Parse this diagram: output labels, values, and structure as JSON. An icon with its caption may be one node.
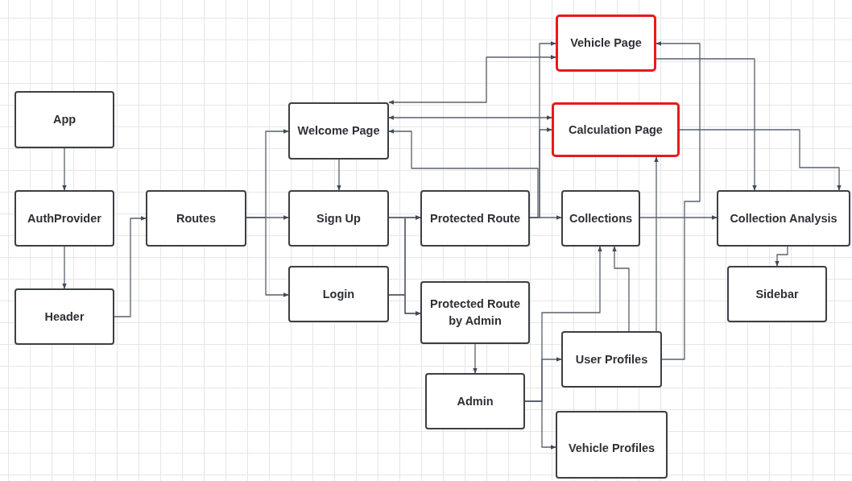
{
  "diagram": {
    "nodes": [
      {
        "text": [
          "App"
        ]
      },
      {
        "text": [
          "AuthProvider"
        ]
      },
      {
        "text": [
          "Header"
        ]
      },
      {
        "text": [
          "Routes"
        ]
      },
      {
        "text": [
          "Welcome Page"
        ]
      },
      {
        "text": [
          "Sign Up"
        ]
      },
      {
        "text": [
          "Login"
        ]
      },
      {
        "text": [
          "Vehicle Page"
        ]
      },
      {
        "text": [
          "Calculation Page"
        ]
      },
      {
        "text": [
          "Protected Route"
        ]
      },
      {
        "text": [
          "Collections"
        ]
      },
      {
        "text": [
          "Collection Analysis"
        ]
      },
      {
        "text": [
          "Protected Route by Admin"
        ]
      },
      {
        "text": [
          "Sidebar"
        ]
      },
      {
        "text": [
          "Admin"
        ]
      },
      {
        "text": [
          "User Profiles"
        ]
      },
      {
        "text": [
          "Vehicle Profiles"
        ]
      }
    ],
    "edges": [
      {
        "from": 0,
        "to": 1,
        "arrow": "to"
      },
      {
        "from": 1,
        "to": 2,
        "arrow": "to"
      },
      {
        "from": 2,
        "to": 3,
        "arrow": "to"
      },
      {
        "from": 3,
        "to": 4,
        "arrow": "to"
      },
      {
        "from": 3,
        "to": 5,
        "arrow": "to"
      },
      {
        "from": 3,
        "to": 6,
        "arrow": "to"
      },
      {
        "from": 4,
        "to": 5,
        "arrow": "to"
      },
      {
        "from": 4,
        "to": 7,
        "arrow": "both"
      },
      {
        "from": 4,
        "to": 8,
        "arrow": "both"
      },
      {
        "from": 5,
        "to": 9,
        "arrow": "to"
      },
      {
        "from": 5,
        "to": 12,
        "arrow": "to"
      },
      {
        "from": 6,
        "to": 9,
        "arrow": "to"
      },
      {
        "from": 6,
        "to": 12,
        "arrow": "to"
      },
      {
        "from": 9,
        "to": 4,
        "arrow": "to"
      },
      {
        "from": 9,
        "to": 7,
        "arrow": "to"
      },
      {
        "from": 9,
        "to": 8,
        "arrow": "to"
      },
      {
        "from": 9,
        "to": 10,
        "arrow": "to"
      },
      {
        "from": 7,
        "to": 11,
        "arrow": "to"
      },
      {
        "from": 8,
        "to": 11,
        "arrow": "to"
      },
      {
        "from": 10,
        "to": 11,
        "arrow": "to"
      },
      {
        "from": 11,
        "to": 13,
        "arrow": "to"
      },
      {
        "from": 12,
        "to": 14,
        "arrow": "to"
      },
      {
        "from": 14,
        "to": 10,
        "arrow": "to"
      },
      {
        "from": 14,
        "to": 15,
        "arrow": "to"
      },
      {
        "from": 14,
        "to": 16,
        "arrow": "to"
      },
      {
        "from": 15,
        "to": 10,
        "arrow": "to"
      },
      {
        "from": 15,
        "to": 8,
        "arrow": "to"
      },
      {
        "from": 15,
        "to": 7,
        "arrow": "to"
      }
    ]
  }
}
